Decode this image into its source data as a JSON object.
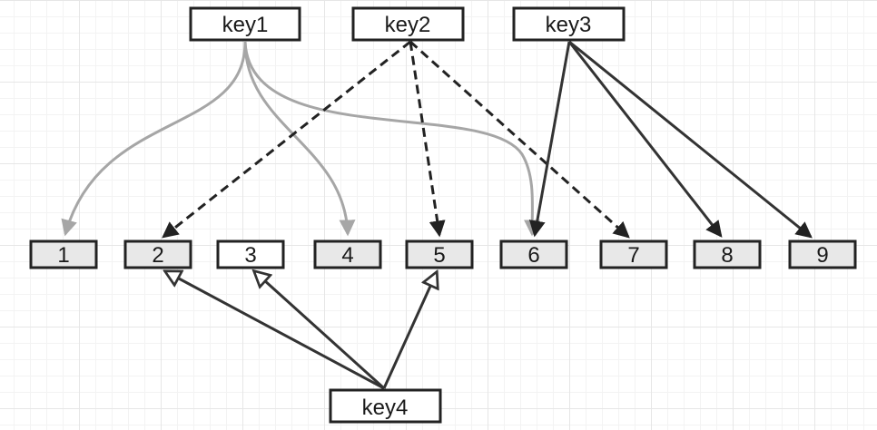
{
  "keys": [
    {
      "id": "key1",
      "label": "key1"
    },
    {
      "id": "key2",
      "label": "key2"
    },
    {
      "id": "key3",
      "label": "key3"
    },
    {
      "id": "key4",
      "label": "key4"
    }
  ],
  "values": [
    {
      "id": "v1",
      "label": "1",
      "fill": "#e8e8e8"
    },
    {
      "id": "v2",
      "label": "2",
      "fill": "#e8e8e8"
    },
    {
      "id": "v3",
      "label": "3",
      "fill": "#ffffff"
    },
    {
      "id": "v4",
      "label": "4",
      "fill": "#e8e8e8"
    },
    {
      "id": "v5",
      "label": "5",
      "fill": "#e8e8e8"
    },
    {
      "id": "v6",
      "label": "6",
      "fill": "#e8e8e8"
    },
    {
      "id": "v7",
      "label": "7",
      "fill": "#e8e8e8"
    },
    {
      "id": "v8",
      "label": "8",
      "fill": "#e8e8e8"
    },
    {
      "id": "v9",
      "label": "9",
      "fill": "#e8e8e8"
    }
  ],
  "edges": [
    {
      "from": "key1",
      "to": "1",
      "style": "curved",
      "color": "#a6a6a6",
      "head": "filled"
    },
    {
      "from": "key1",
      "to": "4",
      "style": "curved",
      "color": "#a6a6a6",
      "head": "filled"
    },
    {
      "from": "key1",
      "to": "6",
      "style": "curved",
      "color": "#a6a6a6",
      "head": "filled"
    },
    {
      "from": "key2",
      "to": "2",
      "style": "dashed",
      "color": "#222222",
      "head": "filled"
    },
    {
      "from": "key2",
      "to": "5",
      "style": "dashed",
      "color": "#222222",
      "head": "filled"
    },
    {
      "from": "key2",
      "to": "7",
      "style": "dashed",
      "color": "#222222",
      "head": "filled"
    },
    {
      "from": "key3",
      "to": "6",
      "style": "solid",
      "color": "#333333",
      "head": "filled"
    },
    {
      "from": "key3",
      "to": "8",
      "style": "solid",
      "color": "#333333",
      "head": "filled"
    },
    {
      "from": "key3",
      "to": "9",
      "style": "solid",
      "color": "#333333",
      "head": "filled"
    },
    {
      "from": "key4",
      "to": "2",
      "style": "solid",
      "color": "#333333",
      "head": "hollow"
    },
    {
      "from": "key4",
      "to": "3",
      "style": "solid",
      "color": "#333333",
      "head": "hollow"
    },
    {
      "from": "key4",
      "to": "5",
      "style": "solid",
      "color": "#333333",
      "head": "hollow"
    }
  ]
}
